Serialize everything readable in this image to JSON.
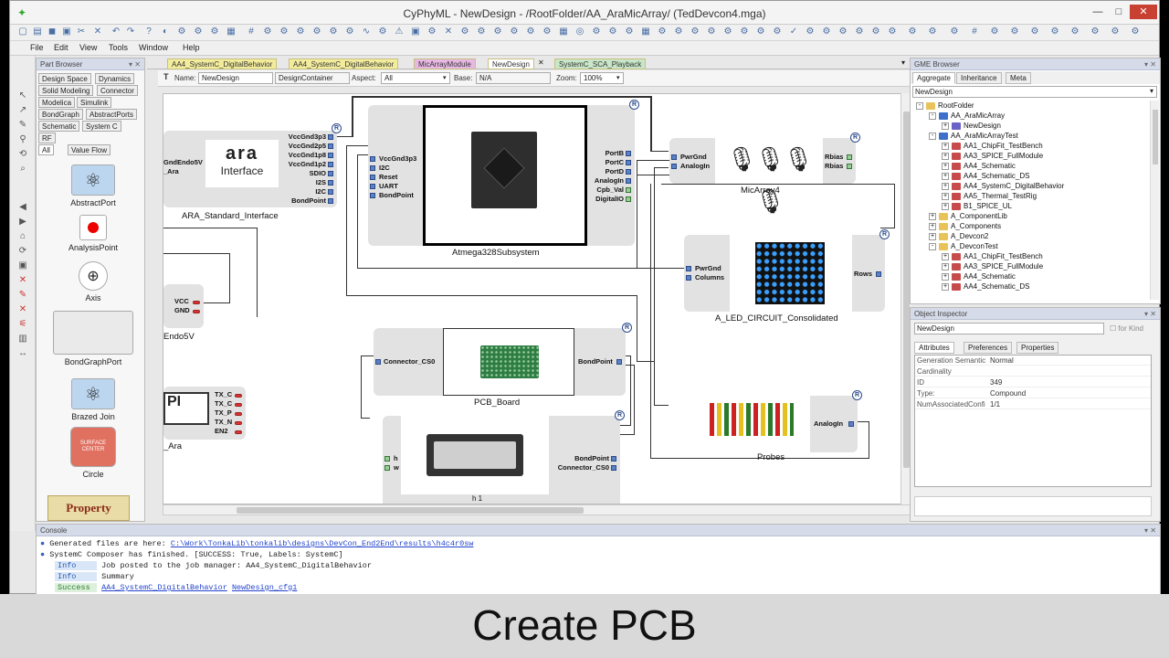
{
  "window": {
    "title": "CyPhyML - NewDesign - /RootFolder/AA_AraMicArray/ (TedDevcon4.mga)",
    "min": "—",
    "max": "□",
    "close": "✕"
  },
  "menu": [
    "File",
    "Edit",
    "View",
    "Tools",
    "Window",
    "Help"
  ],
  "part_browser": {
    "header": "Part Browser",
    "tabs_row1": [
      "Design Space",
      "Dynamics"
    ],
    "tabs_row2": [
      "Solid Modeling",
      "Connector"
    ],
    "tabs_row3": [
      "Modelica",
      "Simulink"
    ],
    "tabs_row4": [
      "BondGraph",
      "AbstractPorts"
    ],
    "tabs_row5": [
      "Schematic",
      "System C"
    ],
    "tabs_row6": [
      "RF"
    ],
    "tabs_row7": [
      "All",
      "Value Flow"
    ],
    "parts": [
      "AbstractPort",
      "AnalysisPoint",
      "Axis",
      "BondGraphPort",
      "Brazed Join",
      "Circle"
    ],
    "circle_text": "SURFACE CENTER",
    "property": "Property"
  },
  "doc_tabs": [
    "AA4_SystemC_DigitalBehavior",
    "AA4_SystemC_DigitalBehavior",
    "MicArrayModule",
    "NewDesign",
    "SystemC_SCA_Playback"
  ],
  "editor_toolbar": {
    "name_label": "Name:",
    "name_value": "NewDesign",
    "kind": "DesignContainer",
    "aspect_label": "Aspect:",
    "aspect_value": "All",
    "base_label": "Base:",
    "base_value": "N/A",
    "zoom_label": "Zoom:",
    "zoom_value": "100%"
  },
  "canvas": {
    "ara": {
      "caption": "ARA_Standard_Interface",
      "logo": "ara",
      "logo_sub": "Interface",
      "left_ports": [
        "GndEndo5V",
        "_Ara"
      ],
      "right_ports": [
        "VccGnd3p3",
        "VccGnd2p5",
        "VccGnd1p8",
        "VccGnd1p2",
        "SDIO",
        "I2S",
        "I2C",
        "BondPoint"
      ]
    },
    "endo": {
      "caption": "Endo5V",
      "ports": [
        "VCC",
        "GND"
      ]
    },
    "ara2": {
      "caption": "_Ara",
      "ports": [
        "TX_C",
        "TX_C",
        "TX_P",
        "TX_N",
        "EN2"
      ],
      "logo": "PI"
    },
    "atmega": {
      "caption": "Atmega328Subsystem",
      "left_ports": [
        "VccGnd3p3",
        "I2C",
        "Reset",
        "UART",
        "BondPoint"
      ],
      "right_ports": [
        "PortB",
        "PortC",
        "PortD",
        "AnalogIn",
        "Cpb_Val",
        "DigitalIO"
      ]
    },
    "mic": {
      "caption": "MicArray4",
      "left_ports": [
        "PwrGnd",
        "AnalogIn"
      ],
      "right_ports": [
        "Rbias",
        "Rbias"
      ]
    },
    "led": {
      "caption": "A_LED_CIRCUIT_Consolidated",
      "left_ports": [
        "PwrGnd",
        "Columns"
      ],
      "right_ports": [
        "Rows"
      ]
    },
    "pcb": {
      "caption": "PCB_Board",
      "left_port": "Connector_CS0",
      "right_port": "BondPoint"
    },
    "box": {
      "caption": "h 1",
      "left_ports": [
        "h",
        "w"
      ],
      "right_ports": [
        "BondPoint",
        "Connector_CS0"
      ]
    },
    "probes": {
      "caption": "Probes",
      "port": "AnalogIn"
    },
    "r": "R"
  },
  "gme_browser": {
    "header": "GME Browser",
    "tabs": [
      "Aggregate",
      "Inheritance",
      "Meta"
    ],
    "select": "NewDesign",
    "tree": [
      {
        "label": "RootFolder",
        "indent": 0,
        "exp": "-",
        "icon": "folder"
      },
      {
        "label": "AA_AraMicArray",
        "indent": 1,
        "exp": "-",
        "icon": "model"
      },
      {
        "label": "NewDesign",
        "indent": 2,
        "exp": "+",
        "icon": "design"
      },
      {
        "label": "AA_AraMicArrayTest",
        "indent": 1,
        "exp": "-",
        "icon": "model"
      },
      {
        "label": "AA1_ChipFit_TestBench",
        "indent": 2,
        "exp": "+",
        "icon": "test"
      },
      {
        "label": "AA3_SPICE_FullModule",
        "indent": 2,
        "exp": "+",
        "icon": "test"
      },
      {
        "label": "AA4_Schematic",
        "indent": 2,
        "exp": "+",
        "icon": "test"
      },
      {
        "label": "AA4_Schematic_DS",
        "indent": 2,
        "exp": "+",
        "icon": "test"
      },
      {
        "label": "AA4_SystemC_DigitalBehavior",
        "indent": 2,
        "exp": "+",
        "icon": "test"
      },
      {
        "label": "AA5_Thermal_TestRig",
        "indent": 2,
        "exp": "+",
        "icon": "test"
      },
      {
        "label": "B1_SPICE_UL",
        "indent": 2,
        "exp": "+",
        "icon": "test"
      },
      {
        "label": "A_ComponentLib",
        "indent": 1,
        "exp": "+",
        "icon": "folder"
      },
      {
        "label": "A_Components",
        "indent": 1,
        "exp": "+",
        "icon": "folder"
      },
      {
        "label": "A_Devcon2",
        "indent": 1,
        "exp": "+",
        "icon": "folder"
      },
      {
        "label": "A_DevconTest",
        "indent": 1,
        "exp": "-",
        "icon": "folder"
      },
      {
        "label": "AA1_ChipFit_TestBench",
        "indent": 2,
        "exp": "+",
        "icon": "test"
      },
      {
        "label": "AA3_SPICE_FullModule",
        "indent": 2,
        "exp": "+",
        "icon": "test"
      },
      {
        "label": "AA4_Schematic",
        "indent": 2,
        "exp": "+",
        "icon": "test"
      },
      {
        "label": "AA4_Schematic_DS",
        "indent": 2,
        "exp": "+",
        "icon": "test"
      }
    ]
  },
  "object_inspector": {
    "header": "Object Inspector",
    "name": "NewDesign",
    "for_kind": "for Kind",
    "tabs": [
      "Attributes",
      "Preferences",
      "Properties"
    ],
    "rows": [
      {
        "k": "Generation Semantic",
        "v": "Normal"
      },
      {
        "k": "Cardinality",
        "v": ""
      },
      {
        "k": "ID",
        "v": "349"
      },
      {
        "k": "Type:",
        "v": "Compound"
      },
      {
        "k": "NumAssociatedConfi",
        "v": "1/1"
      }
    ]
  },
  "console": {
    "header": "Console",
    "line1_text": "Generated files are here: ",
    "line1_link": "C:\\Work\\TonkaLib\\tonkalib\\designs\\DevCon_End2End\\results\\h4c4r0sw",
    "line2": "SystemC Composer has finished. [SUCCESS: True, Labels: SystemC]",
    "info1_badge": "Info",
    "info1_text": "Job posted to the job manager: AA4_SystemC_DigitalBehavior",
    "info2_badge": "Info",
    "info2_text": "Summary",
    "success_badge": "Success",
    "success_link1": "AA4_SystemC_DigitalBehavior",
    "success_link2": "NewDesign_cfg1"
  },
  "caption": "Create PCB",
  "colors": {
    "tab_yellow": "#f2ec9c",
    "port_blue": "#5c82c4",
    "caption_band": "#d9d9d9"
  }
}
